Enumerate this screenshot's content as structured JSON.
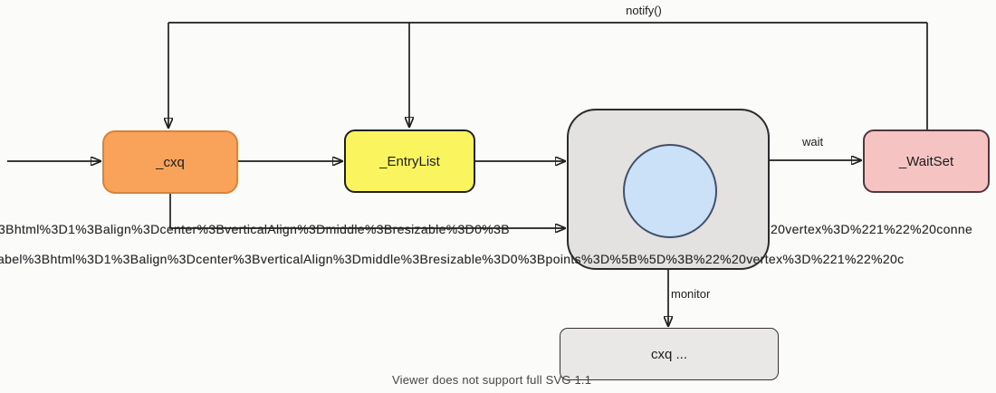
{
  "diagram": {
    "nodes": {
      "cxq": {
        "label": "_cxq",
        "fill": "#F8A25A",
        "stroke": "#D9823B"
      },
      "entry_list": {
        "label": "_EntryList",
        "fill": "#FAF45E",
        "stroke": "#202020"
      },
      "monitor": {
        "fill": "#E3E2E0",
        "stroke": "#2C2C2C"
      },
      "owner_circle": {
        "fill": "#CBE1F7",
        "stroke": "#42506A"
      },
      "wait_set": {
        "label": "_WaitSet",
        "fill": "#F5C3C2",
        "stroke": "#4F383C"
      },
      "cxq_list": {
        "label": "cxq ...",
        "fill": "#E9E8E6",
        "stroke": "#333333"
      }
    },
    "edge_labels": {
      "notify": "notify()",
      "wait": "wait",
      "monitor": "monitor"
    },
    "overlay": {
      "line1_left": "3Bhtml%3D1%3Balign%3Dcenter%3BverticalAlign%3Dmiddle%3Bresizable%3D0%3B",
      "line1_right": "20vertex%3D%221%22%20conne",
      "line2": "abel%3Bhtml%3D1%3Balign%3Dcenter%3BverticalAlign%3Dmiddle%3Bresizable%3D0%3Bpoints%3D%5B%5D%3B%22%20vertex%3D%221%22%20c",
      "viewer_warning": "Viewer does not support full SVG 1.1"
    }
  }
}
